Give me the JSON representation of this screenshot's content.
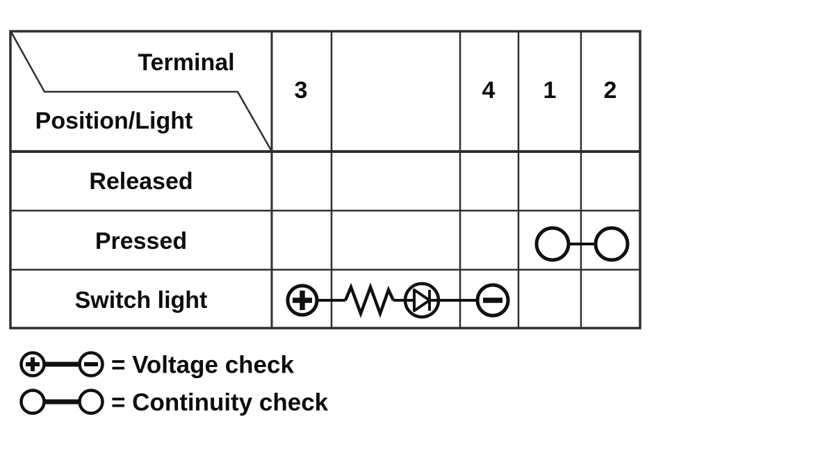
{
  "table": {
    "corner": {
      "terminal_label": "Terminal",
      "position_label": "Position/Light"
    },
    "terminal_columns": [
      "3",
      "",
      "4",
      "1",
      "2"
    ],
    "rows": [
      {
        "label": "Released",
        "marks": []
      },
      {
        "label": "Pressed",
        "marks": [
          {
            "type": "continuity",
            "between_terminals": [
              "1",
              "2"
            ]
          }
        ]
      },
      {
        "label": "Switch light",
        "marks": [
          {
            "type": "voltage-circuit",
            "from_terminal": "3",
            "to_terminal": "4",
            "components": [
              "positive-probe",
              "resistor",
              "diode",
              "negative-probe"
            ]
          }
        ]
      }
    ]
  },
  "legend": {
    "items": [
      {
        "symbol": "plus-circle-to-minus-circle",
        "label": "= Voltage check"
      },
      {
        "symbol": "circle-to-circle",
        "label": "= Continuity check"
      }
    ]
  },
  "colors": {
    "background": "#ffffff",
    "grid_line": "#2e2e2e",
    "symbol_line": "#101010",
    "text": "#0c0c0c"
  }
}
